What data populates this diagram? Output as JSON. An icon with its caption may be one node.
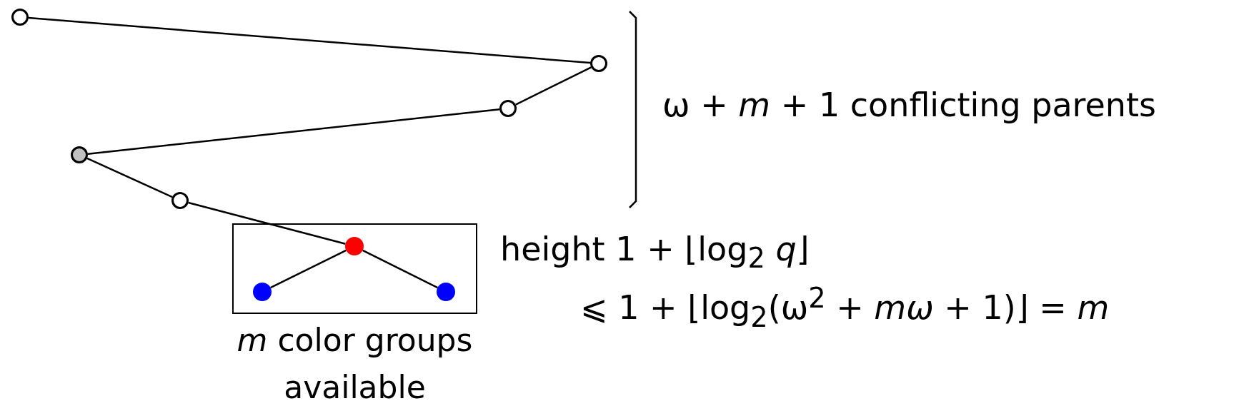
{
  "diagram": {
    "nodes": [
      {
        "text": [],
        "shape": "circle"
      },
      {
        "text": [],
        "shape": "circle"
      },
      {
        "text": [],
        "shape": "circle"
      },
      {
        "text": [],
        "shape": "circle"
      },
      {
        "text": [],
        "shape": "circle"
      },
      {
        "text": [],
        "shape": "box",
        "beside": [
          "*m* color groups available"
        ]
      },
      {
        "text": [],
        "shape": "circle",
        "in": 5
      },
      {
        "text": [],
        "shape": "circle",
        "in": 5
      },
      {
        "text": [],
        "shape": "circle",
        "in": 5
      }
    ],
    "edges": [
      {
        "from": 0,
        "to": 1,
        "arrow": "none"
      },
      {
        "from": 1,
        "to": 2,
        "arrow": "none"
      },
      {
        "from": 2,
        "to": 3,
        "arrow": "none"
      },
      {
        "from": 3,
        "to": 4,
        "arrow": "none"
      },
      {
        "from": 4,
        "to": 6,
        "arrow": "none"
      },
      {
        "from": 6,
        "to": 7,
        "arrow": "none"
      },
      {
        "from": 6,
        "to": 8,
        "arrow": "none"
      }
    ],
    "labels": [
      "ω + *m* + 1 conflicting parents",
      "height 1 + ⌊log$_{2}$ *q*⌋",
      "⩽ 1 + ⌊log$_{2}$(ω$^{2}$ + *mω* + 1)⌋ = *m*"
    ]
  }
}
